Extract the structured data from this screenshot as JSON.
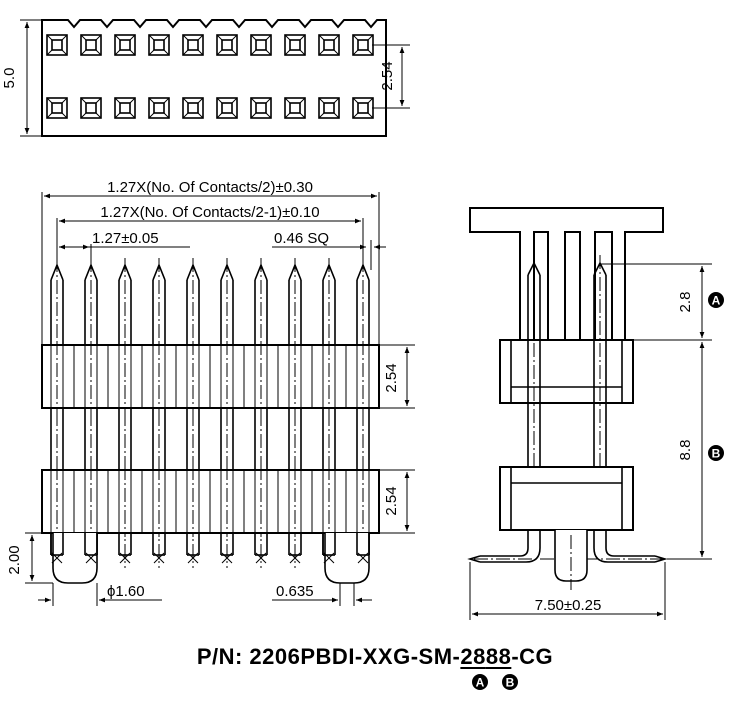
{
  "top_view": {
    "height_label": "5.0",
    "row_pitch_label": "2.54"
  },
  "front_view": {
    "overall_length_label": "1.27X(No. Of Contacts/2)±0.30",
    "pin_span_label": "1.27X(No. Of Contacts/2-1)±0.10",
    "pitch_label": "1.27±0.05",
    "pin_size_label": "0.46 SQ",
    "body_upper_label": "2.54",
    "body_lower_label": "2.54",
    "peg_height_label": "2.00",
    "peg_diameter_label": "ϕ1.60",
    "tail_label": "0.635"
  },
  "side_view": {
    "dim_a_label": "2.8",
    "dim_b_label": "8.8",
    "marker_a": "A",
    "marker_b": "B",
    "width_label": "7.50±0.25"
  },
  "part_number": {
    "prefix": "P/N: 2206PBDI-XXG-SM-",
    "code_a": "28",
    "code_b": "88",
    "suffix": "-CG",
    "marker_a": "A",
    "marker_b": "B"
  }
}
